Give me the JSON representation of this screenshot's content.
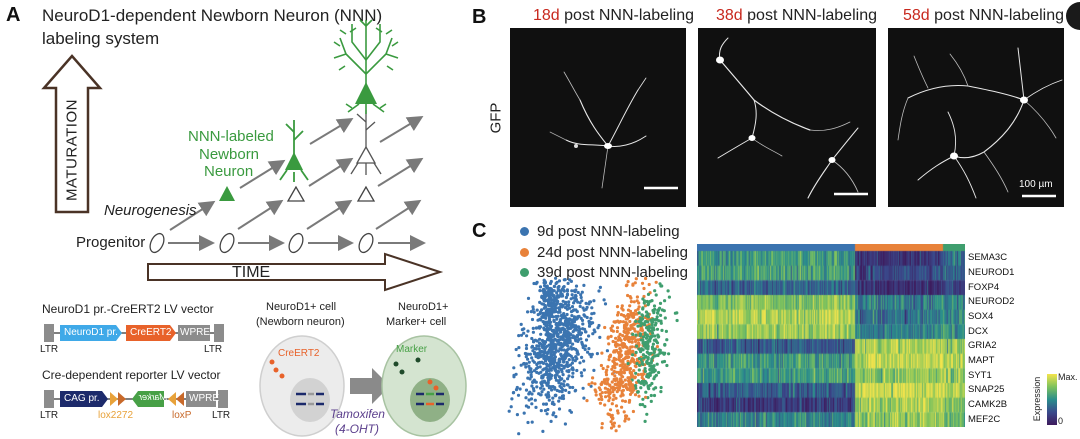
{
  "panel_a": {
    "letter": "A",
    "title_line1": "NeuroD1-dependent Newborn Neuron (NNN)",
    "title_line2": "labeling system",
    "maturation_label": "MATURATION",
    "time_label": "TIME",
    "nnn_label_line1": "NNN-labeled",
    "nnn_label_line2": "Newborn",
    "nnn_label_line3": "Neuron",
    "neurogenesis_label": "Neurogenesis",
    "progenitor_label": "Progenitor",
    "vector1_title": "NeuroD1 pr.-CreERT2 LV vector",
    "vector1_parts": [
      "NeuroD1 pr.",
      "CreERT2",
      "WPRE"
    ],
    "vector2_title": "Cre-dependent reporter LV vector",
    "vector2_parts": [
      "CAG pr.",
      "Marker",
      "WPRE"
    ],
    "ltr": "LTR",
    "lox2272": "lox2272",
    "loxp": "loxP",
    "cell1_title_line1": "NeuroD1+ cell",
    "cell1_title_line2": "(Newborn neuron)",
    "cell1_inner": "CreERT2",
    "cell2_title_line1": "NeuroD1+",
    "cell2_title_line2": "Marker+ cell",
    "cell2_inner": "Marker",
    "tamoxifen_line1": "Tamoxifen",
    "tamoxifen_line2": "(4-OHT)",
    "colors": {
      "green": "#3a9a3f",
      "neurod1_promoter": "#3fa9e8",
      "creert2": "#e8622a",
      "cag": "#1c2a6b",
      "marker": "#47a046",
      "wpre": "#8c8c8c",
      "lox2272": "#e8a23a",
      "loxp": "#c8692a",
      "tamoxifen": "#5b3f8c"
    }
  },
  "panel_b": {
    "letter": "B",
    "gfp_label": "GFP",
    "scale_label": "100 µm",
    "panels": [
      {
        "day": "18d",
        "rest": " post NNN-labeling"
      },
      {
        "day": "38d",
        "rest": " post NNN-labeling"
      },
      {
        "day": "58d",
        "rest": " post NNN-labeling"
      }
    ]
  },
  "panel_c": {
    "letter": "C",
    "legend": [
      {
        "label": "9d post NNN-labeling",
        "color": "#3b74b0"
      },
      {
        "label": "24d post NNN-labeling",
        "color": "#e8823a"
      },
      {
        "label": "39d post NNN-labeling",
        "color": "#3f9e6e"
      }
    ],
    "genes": [
      "SEMA3C",
      "NEUROD1",
      "FOXP4",
      "NEUROD2",
      "SOX4",
      "DCX",
      "GRIA2",
      "MAPT",
      "SYT1",
      "SNAP25",
      "CAMK2B",
      "MEF2C"
    ],
    "colorbar": {
      "label": "Expression",
      "max": "Max.",
      "min": "0"
    },
    "heatmap": {
      "group_fractions": [
        0.59,
        0.33,
        0.08
      ],
      "gene_levels": [
        [
          0.55,
          0.15,
          0.35
        ],
        [
          0.6,
          0.25,
          0.35
        ],
        [
          0.35,
          0.12,
          0.2
        ],
        [
          0.75,
          0.45,
          0.5
        ],
        [
          0.85,
          0.4,
          0.45
        ],
        [
          0.8,
          0.45,
          0.5
        ],
        [
          0.3,
          0.85,
          0.8
        ],
        [
          0.55,
          0.9,
          0.85
        ],
        [
          0.55,
          0.8,
          0.8
        ],
        [
          0.3,
          0.9,
          0.85
        ],
        [
          0.15,
          0.85,
          0.75
        ],
        [
          0.45,
          0.8,
          0.7
        ]
      ]
    }
  }
}
